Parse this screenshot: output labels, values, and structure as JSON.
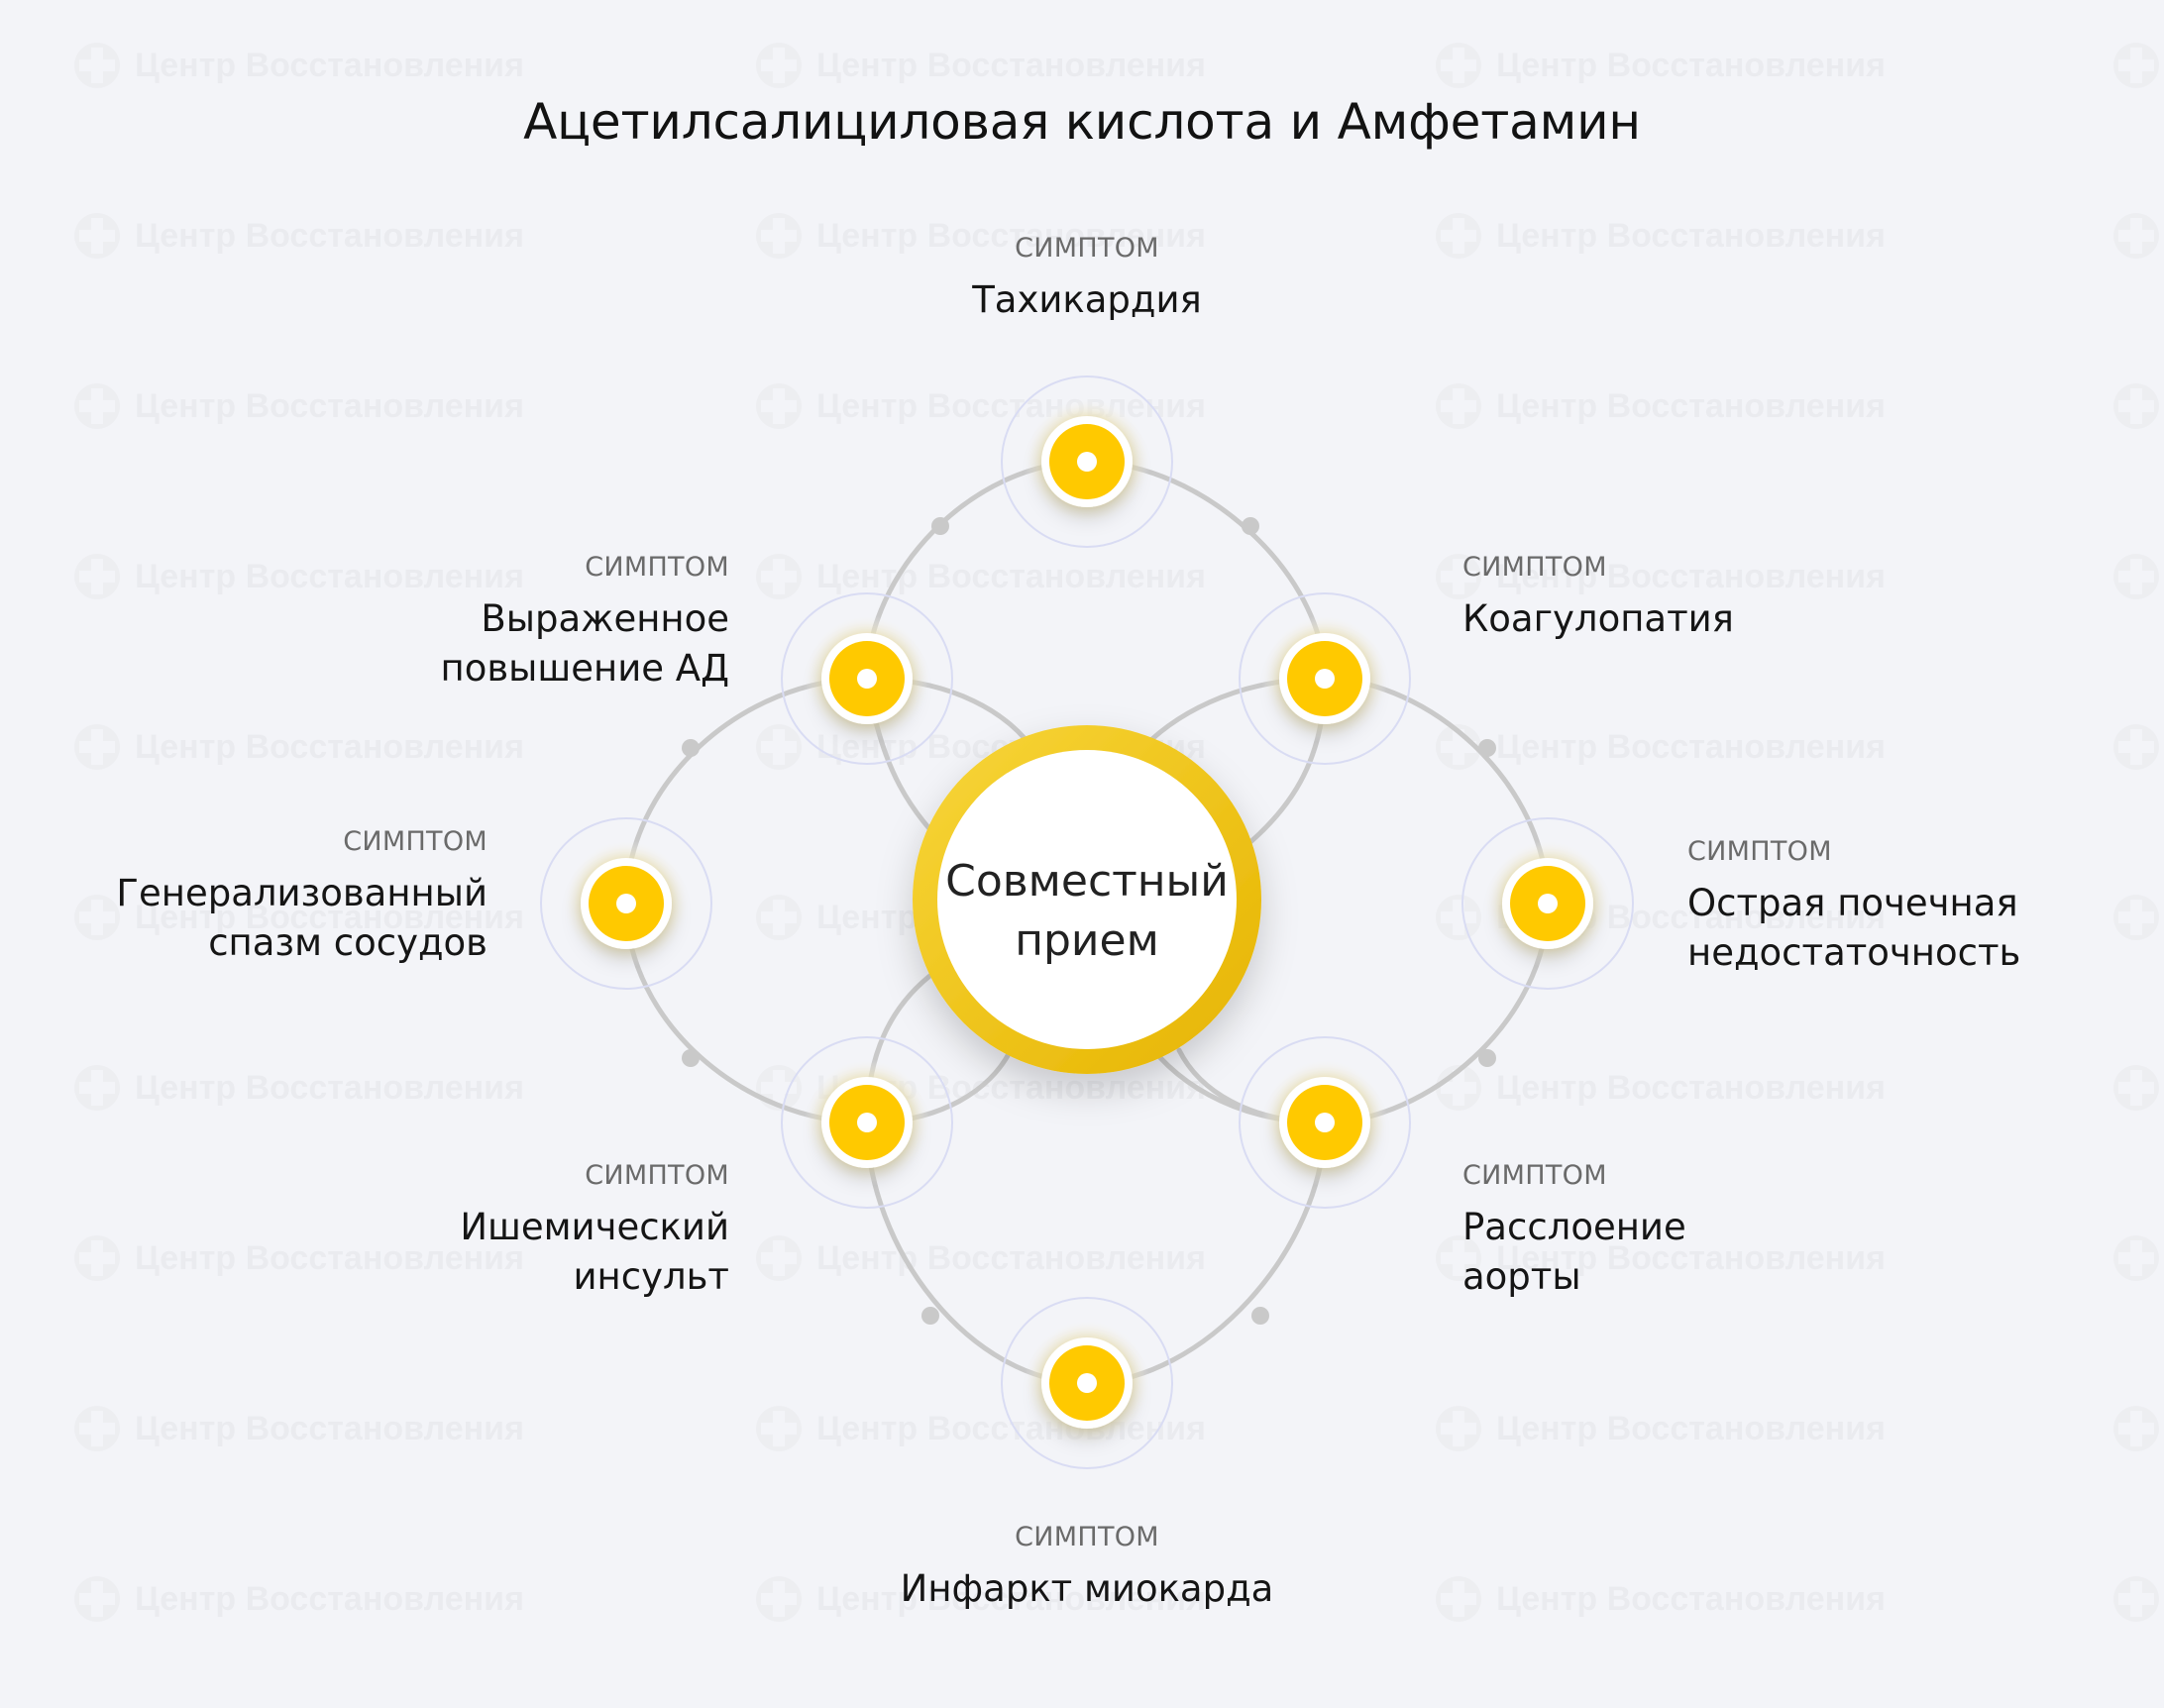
{
  "title": "Ацетилсалициловая кислота и Амфетамин",
  "watermark": {
    "text": "Центр Восстановления",
    "logo_icon": "cross-logo-icon"
  },
  "center": {
    "label": "Совместный\nприем",
    "ring_color": "#f3c10f",
    "fill_color": "#ffffff"
  },
  "colors": {
    "background": "#f3f4f8",
    "node_outer": "#ffc900",
    "node_inner_ring": "#ffffff",
    "node_halo": "#f4e6a6",
    "connector": "#c9c9c9",
    "ring_guide": "#d9dcf3"
  },
  "nodes": [
    {
      "id": "top",
      "kind": "симптом",
      "label": "Тахикардия"
    },
    {
      "id": "upper-right",
      "kind": "симптом",
      "label": "Коагулопатия"
    },
    {
      "id": "right",
      "kind": "симптом",
      "label": "Острая почечная\nнедостаточность"
    },
    {
      "id": "lower-right",
      "kind": "симптом",
      "label": "Расслоение\nаорты"
    },
    {
      "id": "bottom",
      "kind": "симптом",
      "label": "Инфаркт миокарда"
    },
    {
      "id": "lower-left",
      "kind": "симптом",
      "label": "Ишемический\nинсульт"
    },
    {
      "id": "left",
      "kind": "симптом",
      "label": "Генерализованный\nспазм сосудов"
    },
    {
      "id": "upper-left",
      "kind": "симптом",
      "label": "Выраженное\nповышение АД"
    }
  ]
}
